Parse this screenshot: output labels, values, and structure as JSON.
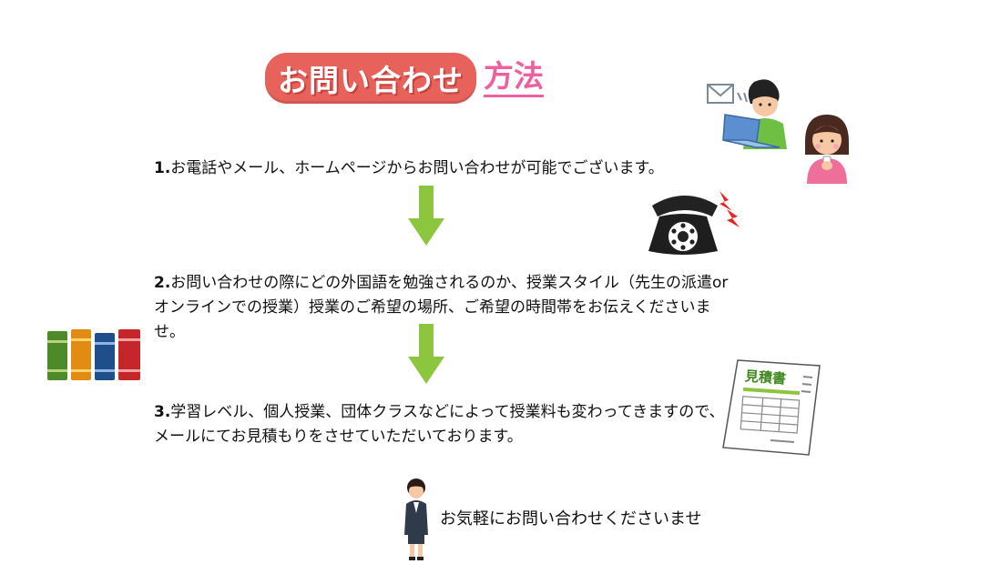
{
  "title": {
    "pill_text": "お問い合わせ",
    "method_text": "方法"
  },
  "steps": [
    {
      "num": "1.",
      "text": "お電話やメール、ホームページからお問い合わせが可能でございます。"
    },
    {
      "num": "2.",
      "text": "お問い合わせの際にどの外国語を勉強されるのか、授業スタイル（先生の派遣orオンラインでの授業）授業のご希望の場所、ご希望の時間帯をお伝えくださいませ。"
    },
    {
      "num": "3.",
      "text": "学習レベル、個人授業、団体クラスなどによって授業料も変わってきますので、メールにてお見積もりをさせていただいております。"
    }
  ],
  "closing": "お気軽にお問い合わせくださいませ",
  "estimate_doc_label": "見積書",
  "colors": {
    "title_pill": "#e8625c",
    "title_method": "#ef5fa0",
    "arrow": "#8cc63f"
  },
  "icons": [
    "envelope-icon",
    "laptop-user-icon",
    "woman-phone-icon",
    "telephone-icon",
    "books-icon",
    "estimate-document-icon",
    "bowing-woman-icon"
  ]
}
